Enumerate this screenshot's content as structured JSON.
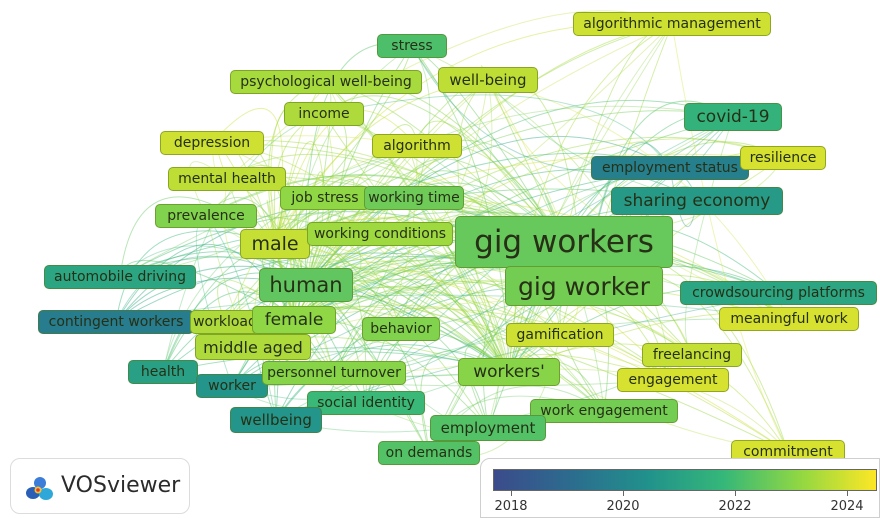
{
  "map": {
    "nodes": [
      {
        "label": "algorithmic management",
        "year": 2023.8
      },
      {
        "label": "stress",
        "year": 2022.0
      },
      {
        "label": "psychological well-being",
        "year": 2023.3
      },
      {
        "label": "well-being",
        "year": 2023.6
      },
      {
        "label": "covid-19",
        "year": 2021.5
      },
      {
        "label": "income",
        "year": 2023.4
      },
      {
        "label": "depression",
        "year": 2023.8
      },
      {
        "label": "algorithm",
        "year": 2023.8
      },
      {
        "label": "employment status",
        "year": 2019.6
      },
      {
        "label": "resilience",
        "year": 2023.9
      },
      {
        "label": "mental health",
        "year": 2023.6
      },
      {
        "label": "job stress",
        "year": 2023.0
      },
      {
        "label": "working time",
        "year": 2022.5
      },
      {
        "label": "sharing economy",
        "year": 2020.6
      },
      {
        "label": "prevalence",
        "year": 2022.8
      },
      {
        "label": "male",
        "year": 2023.7
      },
      {
        "label": "working conditions",
        "year": 2023.2
      },
      {
        "label": "gig workers",
        "year": 2022.4
      },
      {
        "label": "automobile driving",
        "year": 2021.0
      },
      {
        "label": "human",
        "year": 2022.3
      },
      {
        "label": "gig worker",
        "year": 2022.6
      },
      {
        "label": "crowdsourcing platforms",
        "year": 2021.0
      },
      {
        "label": "contingent workers",
        "year": 2019.5
      },
      {
        "label": "workload",
        "year": 2023.4
      },
      {
        "label": "female",
        "year": 2023.0
      },
      {
        "label": "behavior",
        "year": 2022.8
      },
      {
        "label": "gamification",
        "year": 2023.8
      },
      {
        "label": "meaningful work",
        "year": 2023.9
      },
      {
        "label": "middle aged",
        "year": 2023.4
      },
      {
        "label": "freelancing",
        "year": 2023.7
      },
      {
        "label": "health",
        "year": 2020.8
      },
      {
        "label": "worker",
        "year": 2020.4
      },
      {
        "label": "personnel turnover",
        "year": 2022.9
      },
      {
        "label": "workers'",
        "year": 2022.9
      },
      {
        "label": "engagement",
        "year": 2023.9
      },
      {
        "label": "social identity",
        "year": 2021.7
      },
      {
        "label": "work engagement",
        "year": 2022.6
      },
      {
        "label": "wellbeing",
        "year": 2020.4
      },
      {
        "label": "employment",
        "year": 2022.1
      },
      {
        "label": "on demands",
        "year": 2022.1
      },
      {
        "label": "commitment",
        "year": 2023.9
      }
    ]
  },
  "logo": {
    "text": "VOSviewer",
    "icon": "vosviewer-logo-icon"
  },
  "legend": {
    "ticks": [
      "2018",
      "2020",
      "2022",
      "2024"
    ],
    "min": 2017.5,
    "max": 2024.4
  }
}
